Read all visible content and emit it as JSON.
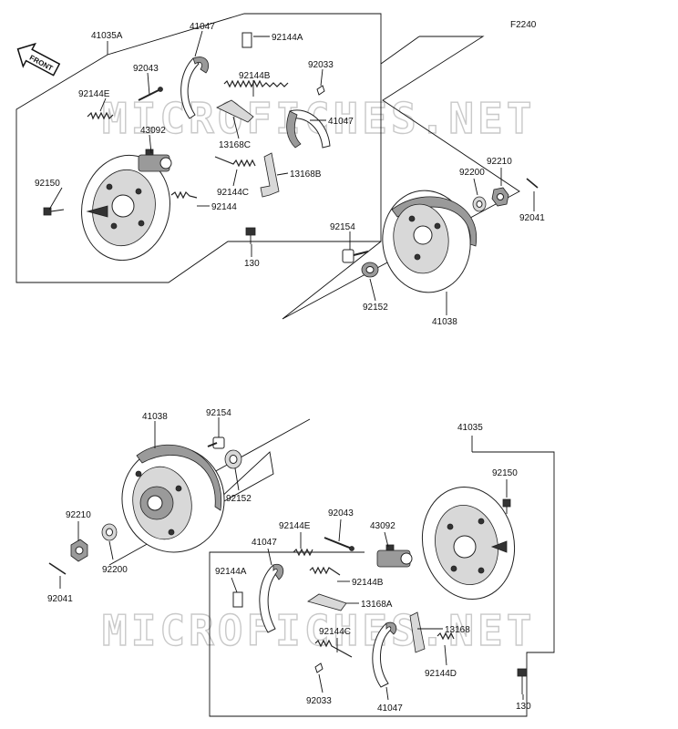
{
  "figure_code": "F2240",
  "watermark": "MICROFICHES.NET",
  "front_label": "FRONT",
  "colors": {
    "line": "#111111",
    "watermark": "#c9c9c9",
    "part_shade": "#9a9a9a"
  },
  "top_assembly": {
    "labels": {
      "kit": "41035A",
      "shoe_a": "41047",
      "clip": "92144A",
      "pin": "92043",
      "spring_e": "92144E",
      "spring_b": "92144B",
      "retainer": "92033",
      "cylinder": "43092",
      "lever_c": "13168C",
      "shoe_b": "41047",
      "lever_b": "13168B",
      "bolt": "92150",
      "spring_c": "92144C",
      "spring": "92144",
      "drum": "41038",
      "washer": "92200",
      "nut": "92210",
      "cotter": "92041",
      "stud": "92154",
      "seal": "92152",
      "bolt_130": "130"
    }
  },
  "bottom_assembly": {
    "labels": {
      "drum": "41038",
      "stud": "92154",
      "seal": "92152",
      "nut": "92210",
      "washer": "92200",
      "cotter": "92041",
      "kit": "41035",
      "bolt": "92150",
      "pin": "92043",
      "spring_e": "92144E",
      "cylinder": "43092",
      "shoe_a": "41047",
      "clip": "92144A",
      "spring_b": "92144B",
      "lever_a": "13168A",
      "spring_c": "92144C",
      "lever": "13168",
      "retainer": "92033",
      "spring_d": "92144D",
      "shoe_b": "41047",
      "bolt_130": "130"
    }
  }
}
